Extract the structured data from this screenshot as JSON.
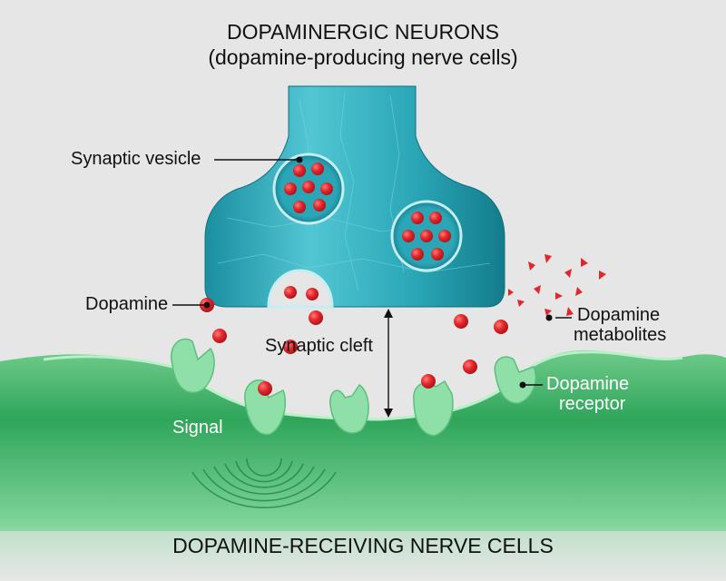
{
  "title": {
    "line1": "DOPAMINERGIC NEURONS",
    "line2": "(dopamine-producing nerve cells)"
  },
  "labels": {
    "synaptic_vesicle": "Synaptic vesicle",
    "dopamine": "Dopamine",
    "synaptic_cleft": "Synaptic cleft",
    "dopamine_metabolites_1": "Dopamine",
    "dopamine_metabolites_2": "metabolites",
    "dopamine_receptor_1": "Dopamine",
    "dopamine_receptor_2": "receptor",
    "signal": "Signal"
  },
  "footer": "DOPAMINE-RECEIVING NERVE CELLS",
  "colors": {
    "background": "#e6e6e6",
    "presynaptic": "#2aa6b6",
    "presynaptic_dark": "#137c8c",
    "postsynaptic": "#2fa55a",
    "receptor": "#8fe0a8",
    "dopamine": "#e3262b"
  }
}
